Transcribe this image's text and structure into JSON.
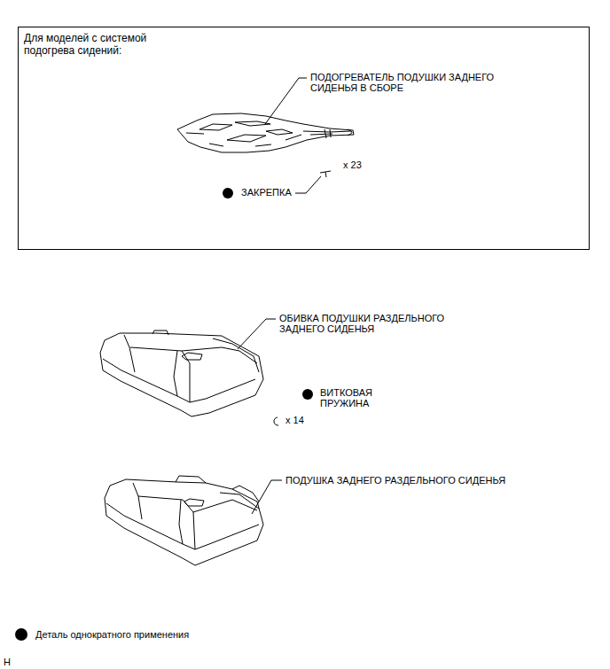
{
  "diagram": {
    "nodes": [
      {
        "text": [
          "Для моделей с системой подогрева сидений:"
        ]
      }
    ],
    "labels": [
      "ПОДОГРЕВАТЕЛЬ ПОДУШКИ ЗАДНЕГО СИДЕНЬЯ В СБОРЕ",
      "x 23",
      "ЗАКРЕПКА",
      "ОБИВКА ПОДУШКИ РАЗДЕЛЬНОГО ЗАДНЕГО СИДЕНЬЯ",
      "ВИТКОВАЯ ПРУЖИНА",
      "x 14",
      "ПОДУШКА ЗАДНЕГО РАЗДЕЛЬНОГО СИДЕНЬЯ",
      "H"
    ],
    "legend": [
      {
        "text": "Деталь однократного применения",
        "color": "#000000"
      }
    ]
  }
}
